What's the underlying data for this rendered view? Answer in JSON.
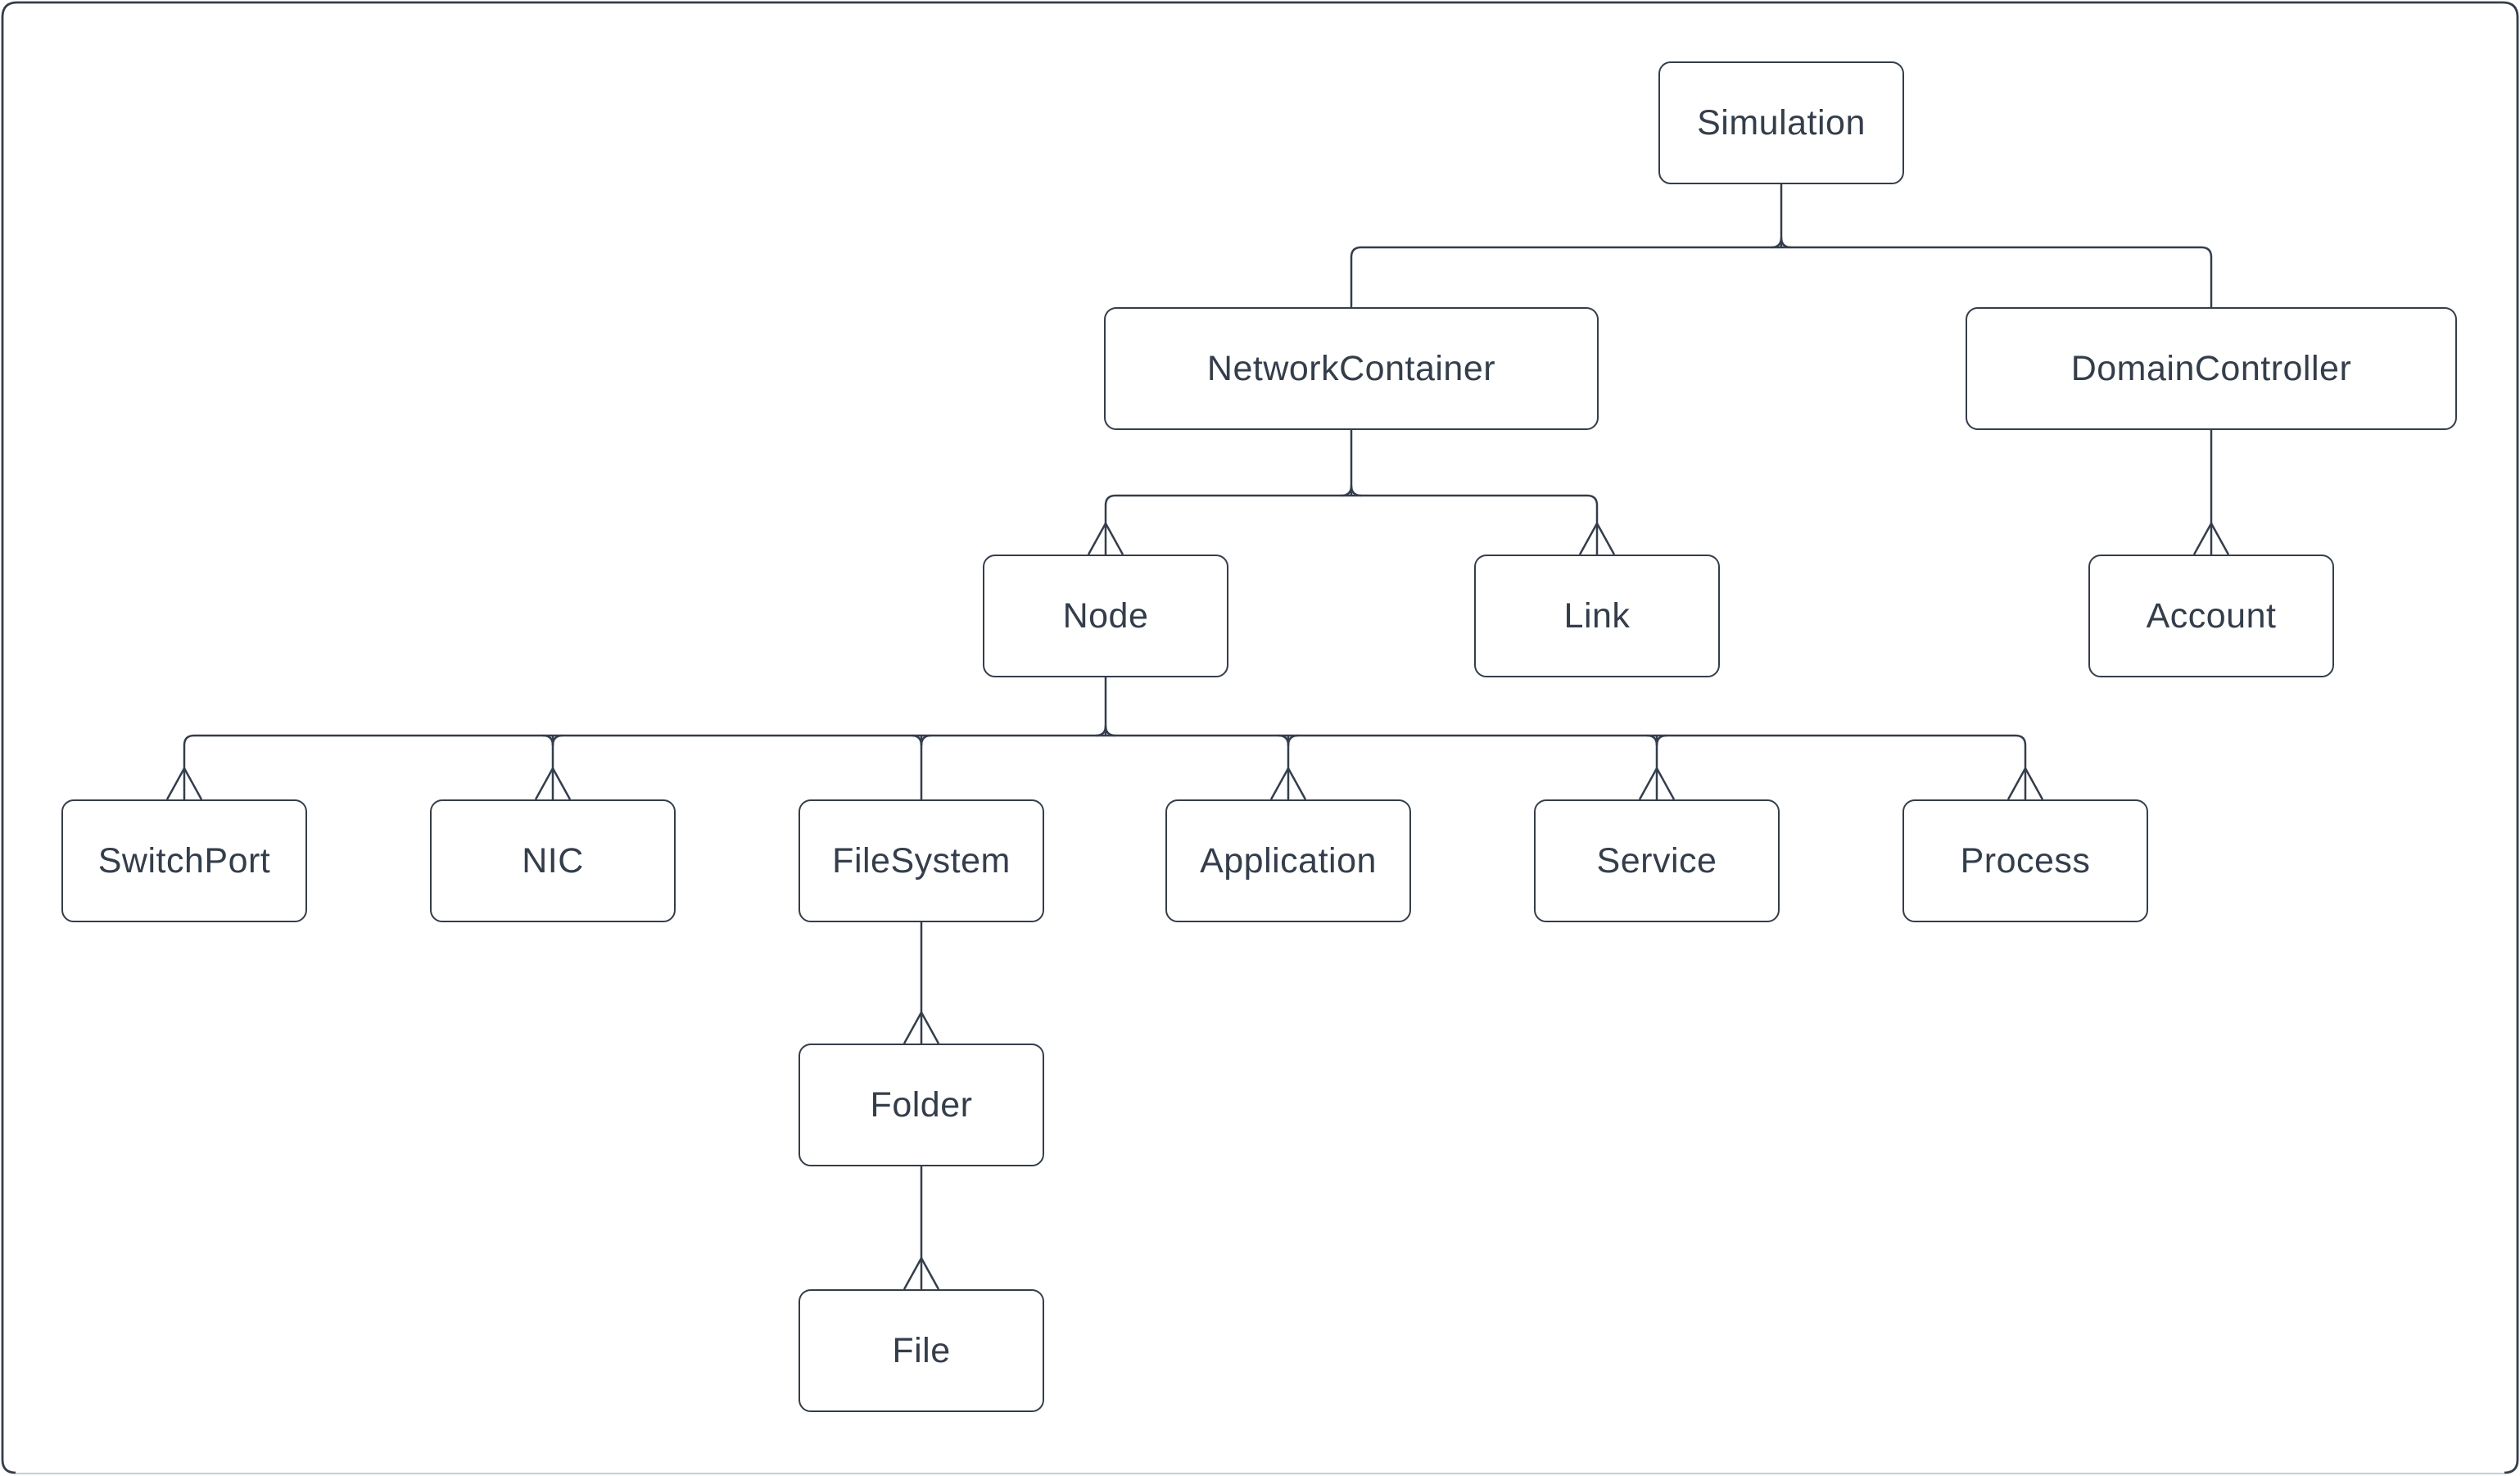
{
  "diagram": {
    "type": "class-hierarchy-tree",
    "colors": {
      "stroke": "#333e4d",
      "text": "#333e4d",
      "background": "#ffffff",
      "frame_bottom_soft": "#ccd1d6"
    },
    "nodes": {
      "simulation": {
        "label": "Simulation"
      },
      "network_container": {
        "label": "NetworkContainer"
      },
      "domain_controller": {
        "label": "DomainController"
      },
      "node": {
        "label": "Node"
      },
      "link": {
        "label": "Link"
      },
      "account": {
        "label": "Account"
      },
      "switch_port": {
        "label": "SwitchPort"
      },
      "nic": {
        "label": "NIC"
      },
      "file_system": {
        "label": "FileSystem"
      },
      "application": {
        "label": "Application"
      },
      "service": {
        "label": "Service"
      },
      "process": {
        "label": "Process"
      },
      "folder": {
        "label": "Folder"
      },
      "file": {
        "label": "File"
      }
    },
    "edges": [
      {
        "parent": "Simulation",
        "child": "NetworkContainer",
        "arrowhead": false
      },
      {
        "parent": "Simulation",
        "child": "DomainController",
        "arrowhead": false
      },
      {
        "parent": "NetworkContainer",
        "child": "Node",
        "arrowhead": true
      },
      {
        "parent": "NetworkContainer",
        "child": "Link",
        "arrowhead": true
      },
      {
        "parent": "DomainController",
        "child": "Account",
        "arrowhead": true
      },
      {
        "parent": "Node",
        "child": "SwitchPort",
        "arrowhead": true
      },
      {
        "parent": "Node",
        "child": "NIC",
        "arrowhead": true
      },
      {
        "parent": "Node",
        "child": "FileSystem",
        "arrowhead": false
      },
      {
        "parent": "Node",
        "child": "Application",
        "arrowhead": true
      },
      {
        "parent": "Node",
        "child": "Service",
        "arrowhead": true
      },
      {
        "parent": "Node",
        "child": "Process",
        "arrowhead": true
      },
      {
        "parent": "FileSystem",
        "child": "Folder",
        "arrowhead": true
      },
      {
        "parent": "Folder",
        "child": "File",
        "arrowhead": true
      }
    ]
  }
}
